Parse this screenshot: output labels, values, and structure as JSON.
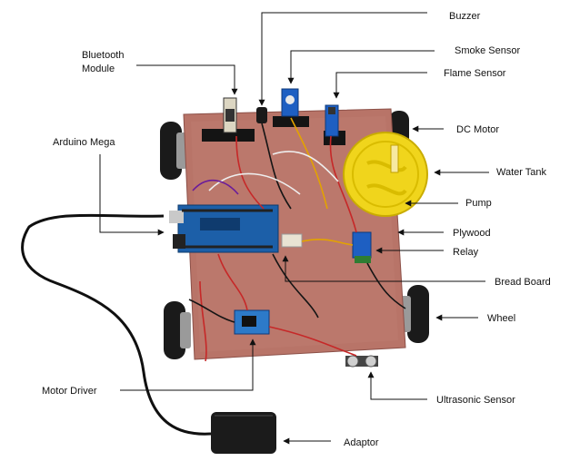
{
  "labels": {
    "buzzer": "Buzzer",
    "bluetooth_line1": "Bluetooth",
    "bluetooth_line2": "Module",
    "smoke_sensor": "Smoke Sensor",
    "flame_sensor": "Flame Sensor",
    "dc_motor": "DC Motor",
    "arduino_mega": "Arduino Mega",
    "water_tank": "Water Tank",
    "pump": "Pump",
    "plywood": "Plywood",
    "relay": "Relay",
    "bread_board": "Bread Board",
    "wheel": "Wheel",
    "motor_driver": "Motor Driver",
    "ultrasonic_sensor": "Ultrasonic Sensor",
    "adaptor": "Adaptor"
  },
  "colors": {
    "plywood": "#b87468",
    "wheel": "#1a1a1a",
    "water_tank": "#f0d51c",
    "arduino": "#1c5fa8",
    "relay": "#1e5fc2",
    "motor_driver": "#2d7ac9",
    "wire_red": "#c62828",
    "wire_black": "#151515",
    "wire_white": "#eeeeee"
  }
}
